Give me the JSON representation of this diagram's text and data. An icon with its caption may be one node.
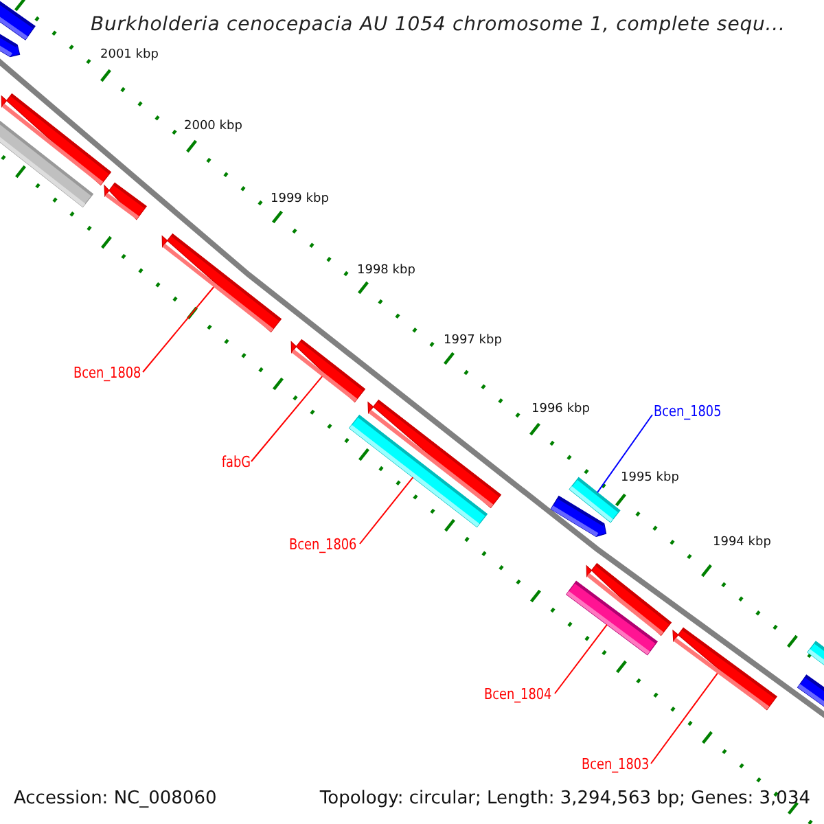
{
  "diagram": {
    "title": "Burkholderia cenocepacia AU 1054 chromosome 1, complete sequ...",
    "nodes": [
      {
        "text": [
          "Bcen_1808"
        ]
      },
      {
        "text": [],
        "shape": "bar"
      },
      {
        "text": [
          "fabG"
        ]
      },
      {
        "text": [],
        "shape": "bar"
      },
      {
        "text": [
          "Bcen_1806"
        ]
      },
      {
        "text": [],
        "shape": "bar"
      },
      {
        "text": [
          "Bcen_1805"
        ]
      },
      {
        "text": [],
        "shape": "bar"
      },
      {
        "text": [
          "Bcen_1804"
        ]
      },
      {
        "text": [],
        "shape": "bar"
      },
      {
        "text": [
          "Bcen_1803"
        ]
      },
      {
        "text": [],
        "shape": "bar"
      },
      {
        "text": [],
        "shape": "bar"
      },
      {
        "text": [],
        "shape": "bar"
      },
      {
        "text": [],
        "shape": "bar"
      },
      {
        "text": [],
        "shape": "bar"
      },
      {
        "text": [],
        "shape": "bar"
      },
      {
        "text": [],
        "shape": "bar"
      },
      {
        "text": [],
        "shape": "bar"
      },
      {
        "text": [],
        "shape": "bar"
      },
      {
        "text": [],
        "shape": "bar"
      },
      {
        "text": [],
        "shape": "bar"
      }
    ],
    "edges": [
      {
        "from": 0,
        "to": 1,
        "arrow": "none"
      },
      {
        "from": 2,
        "to": 3,
        "arrow": "none"
      },
      {
        "from": 4,
        "to": 5,
        "arrow": "none"
      },
      {
        "from": 6,
        "to": 7,
        "arrow": "none",
        "color": "#0000ff"
      },
      {
        "from": 8,
        "to": 9,
        "arrow": "none"
      },
      {
        "from": 10,
        "to": 11,
        "arrow": "none"
      }
    ],
    "labels": [
      "2001 kbp",
      "2000 kbp",
      "1999 kbp",
      "1998 kbp",
      "1997 kbp",
      "1996 kbp",
      "1995 kbp",
      "1994 kbp",
      "Accession: NC_008060",
      "Topology: circular; Length: 3,294,563 bp; Genes: 3,034"
    ]
  }
}
